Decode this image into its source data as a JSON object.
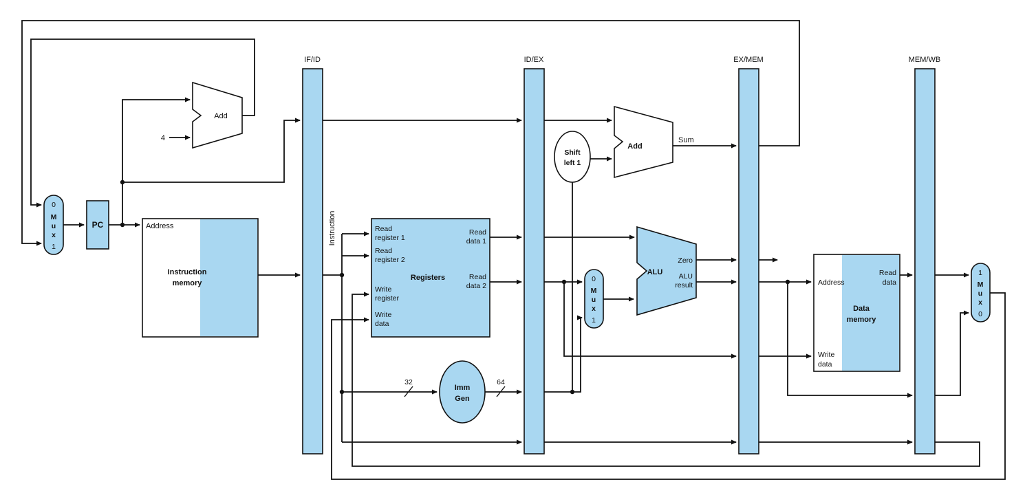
{
  "colors": {
    "component_fill": "#a9d7f1",
    "line": "#111111"
  },
  "pipeline_registers": {
    "if_id": "IF/ID",
    "id_ex": "ID/EX",
    "ex_mem": "EX/MEM",
    "mem_wb": "MEM/WB"
  },
  "pc_mux": {
    "in_top": "0",
    "in_bottom": "1",
    "letters": [
      "M",
      "u",
      "x"
    ]
  },
  "pc": {
    "label": "PC"
  },
  "adder_pc": {
    "label": "Add",
    "increment": "4"
  },
  "instruction_memory": {
    "address": "Address",
    "name_l1": "Instruction",
    "name_l2": "memory"
  },
  "instruction_bus": {
    "label": "Instruction",
    "width_small": "32",
    "width_large": "64"
  },
  "registers": {
    "title": "Registers",
    "rr1_l1": "Read",
    "rr1_l2": "register 1",
    "rr2_l1": "Read",
    "rr2_l2": "register 2",
    "wr_l1": "Write",
    "wr_l2": "register",
    "wd_l1": "Write",
    "wd_l2": "data",
    "rd1_l1": "Read",
    "rd1_l2": "data 1",
    "rd2_l1": "Read",
    "rd2_l2": "data 2"
  },
  "imm_gen": {
    "l1": "Imm",
    "l2": "Gen"
  },
  "shift_left": {
    "l1": "Shift",
    "l2": "left 1"
  },
  "adder_branch": {
    "label": "Add",
    "sum": "Sum"
  },
  "alu_src_mux": {
    "in_top": "0",
    "in_bottom": "1",
    "letters": [
      "M",
      "u",
      "x"
    ]
  },
  "alu": {
    "label": "ALU",
    "zero": "Zero",
    "result_l1": "ALU",
    "result_l2": "result"
  },
  "data_memory": {
    "address": "Address",
    "read_l1": "Read",
    "read_l2": "data",
    "name_l1": "Data",
    "name_l2": "memory",
    "write_l1": "Write",
    "write_l2": "data"
  },
  "wb_mux": {
    "in_top": "1",
    "in_bottom": "0",
    "letters": [
      "M",
      "u",
      "x"
    ]
  }
}
